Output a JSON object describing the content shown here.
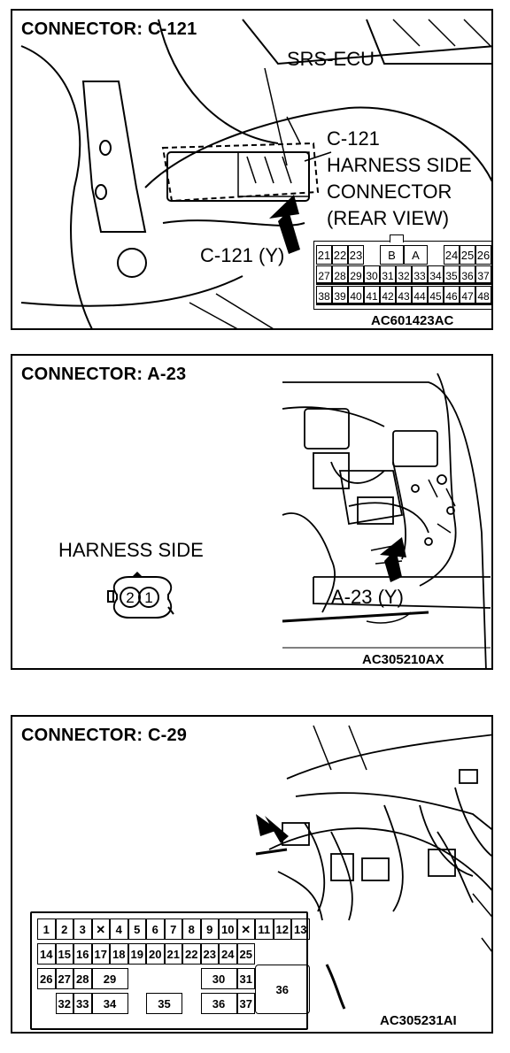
{
  "panels": [
    {
      "title": "CONNECTOR: C-121",
      "labels": {
        "srs_ecu": "SRS-ECU",
        "connector_id": "C-121",
        "harness_side": "HARNESS SIDE",
        "connector_word": "CONNECTOR",
        "rear_view": "(REAR VIEW)",
        "connector_color": "C-121 (Y)"
      },
      "code": "AC601423AC",
      "pin_rows": [
        [
          "21",
          "22",
          "23",
          "",
          "B",
          "A",
          "",
          "24",
          "25",
          "26"
        ],
        [
          "27",
          "28",
          "29",
          "30",
          "31",
          "32",
          "33",
          "34",
          "35",
          "36",
          "37"
        ],
        [
          "38",
          "39",
          "40",
          "41",
          "42",
          "43",
          "44",
          "45",
          "46",
          "47",
          "48"
        ]
      ]
    },
    {
      "title": "CONNECTOR: A-23",
      "labels": {
        "harness_side": "HARNESS SIDE",
        "connector_color": "A-23 (Y)"
      },
      "code": "AC305210AX",
      "pins": [
        "2",
        "1"
      ]
    },
    {
      "title": "CONNECTOR: C-29",
      "code": "AC305231AI",
      "pin_rows": [
        [
          "1",
          "2",
          "3",
          "X",
          "4",
          "5",
          "6",
          "7",
          "8",
          "9",
          "10",
          "X",
          "11",
          "12",
          "13"
        ],
        [
          "14",
          "15",
          "16",
          "17",
          "18",
          "19",
          "20",
          "21",
          "22",
          "23",
          "24",
          "25"
        ],
        [
          "26",
          "27",
          "28",
          "29",
          "30",
          "31",
          "36"
        ],
        [
          "32",
          "33",
          "34",
          "35",
          "36",
          "37"
        ]
      ]
    }
  ]
}
